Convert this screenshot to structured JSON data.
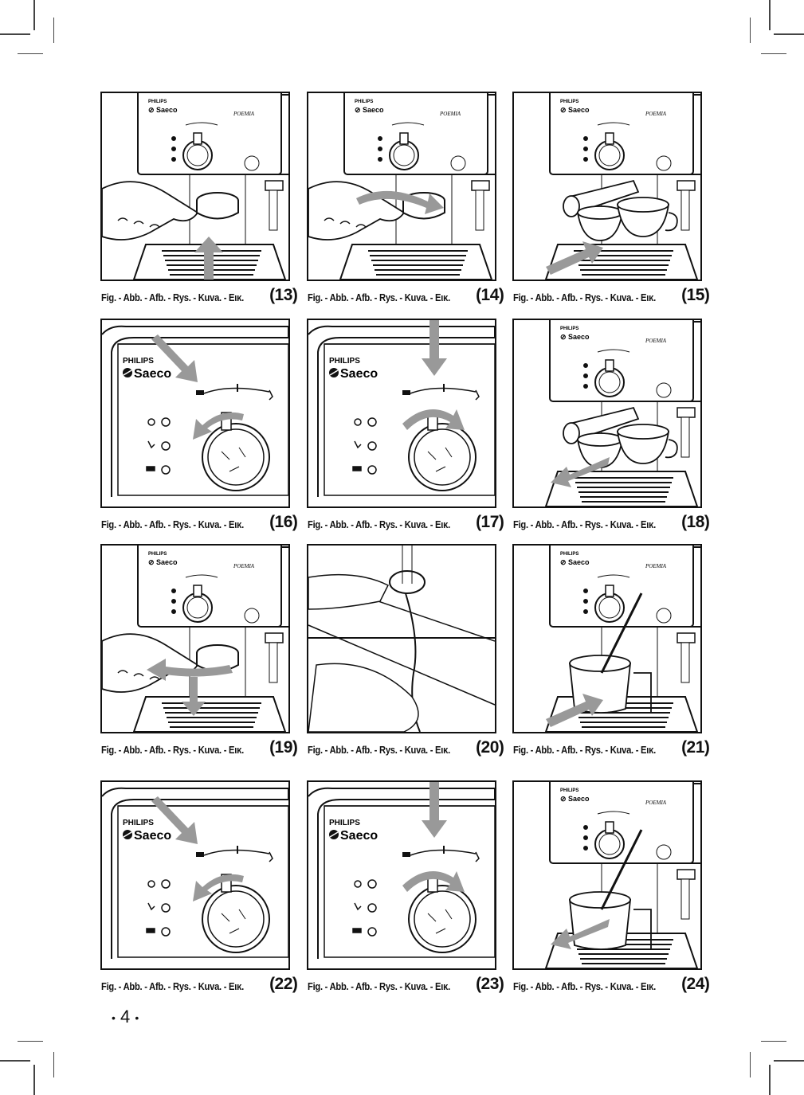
{
  "page": {
    "page_number": "4",
    "caption_prefix": "Fig. - Abb. - Afb. - Rys. - Kuva. - Εικ.",
    "figures": [
      {
        "number": "(13)",
        "scene": "front-panel-insert-filter-holder",
        "arrow": "up"
      },
      {
        "number": "(14)",
        "scene": "rotate-filter-holder",
        "arrow": "right-curve"
      },
      {
        "number": "(15)",
        "scene": "place-cups",
        "arrow": "diagonal-up"
      },
      {
        "number": "(16)",
        "scene": "knob-turn-left",
        "arrow": "down-left"
      },
      {
        "number": "(17)",
        "scene": "knob-turn-right",
        "arrow": "down"
      },
      {
        "number": "(18)",
        "scene": "remove-cups",
        "arrow": "diagonal-down"
      },
      {
        "number": "(19)",
        "scene": "remove-filter-holder",
        "arrow": "left-down"
      },
      {
        "number": "(20)",
        "scene": "rinse-filter",
        "arrow": "none"
      },
      {
        "number": "(21)",
        "scene": "steam-milk-jug",
        "arrow": "diagonal-up"
      },
      {
        "number": "(22)",
        "scene": "knob-turn-left",
        "arrow": "down-left"
      },
      {
        "number": "(23)",
        "scene": "knob-turn-right",
        "arrow": "down"
      },
      {
        "number": "(24)",
        "scene": "remove-milk-jug",
        "arrow": "diagonal-down"
      }
    ],
    "brand": {
      "maker": "PHILIPS",
      "name": "Saeco",
      "model": "POEMIA"
    }
  }
}
